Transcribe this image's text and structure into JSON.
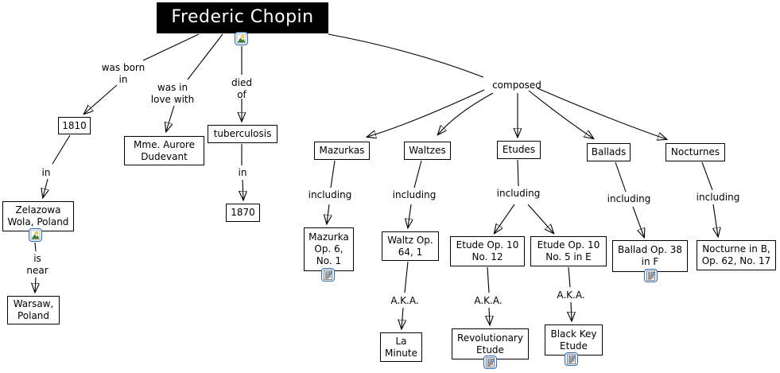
{
  "diagram": {
    "title": "Frederic Chopin",
    "nodes": {
      "year_1810": "1810",
      "mme_aurore_dudevant": "Mme. Aurore\nDudevant",
      "tuberculosis": "tuberculosis",
      "year_1870": "1870",
      "zelazowa_wola": "Zelazowa\nWola, Poland",
      "warsaw": "Warsaw,\nPoland",
      "mazurkas": "Mazurkas",
      "waltzes": "Waltzes",
      "etudes": "Etudes",
      "ballads": "Ballads",
      "nocturnes": "Nocturnes",
      "mazurka_op6_no1": "Mazurka\nOp. 6,\nNo. 1",
      "waltz_op64_1": "Waltz Op.\n64, 1",
      "etude_op10_no12": "Etude Op. 10\nNo. 12",
      "etude_op10_no5": "Etude Op. 10\nNo. 5 in E",
      "ballad_op38_f": "Ballad Op. 38\nin F",
      "nocturne_b_op62_no17": "Nocturne in B,\nOp. 62, No. 17",
      "la_minute": "La\nMinute",
      "revolutionary_etude": "Revolutionary\nEtude",
      "black_key_etude": "Black Key\nEtude"
    },
    "linking_phrases": {
      "was_born_in": "was born\nin",
      "was_in_love_with": "was in\nlove with",
      "died_of": "died\nof",
      "composed": "composed",
      "in_birthplace": "in",
      "in_death_year": "in",
      "is_near": "is\nnear",
      "including_mazurkas": "including",
      "including_waltzes": "including",
      "including_etudes": "including",
      "including_ballads": "including",
      "including_nocturnes": "including",
      "aka_waltz": "A.K.A.",
      "aka_etude_no12": "A.K.A.",
      "aka_etude_no5": "A.K.A."
    },
    "resource_icons": [
      {
        "node": "Frederic Chopin",
        "type": "image-icon"
      },
      {
        "node": "Zelazowa Wola, Poland",
        "type": "image-icon"
      },
      {
        "node": "Mazurka Op. 6, No. 1",
        "type": "document-icon"
      },
      {
        "node": "Ballad Op. 38 in F",
        "type": "document-icon"
      },
      {
        "node": "Revolutionary Etude",
        "type": "document-icon"
      },
      {
        "node": "Black Key Etude",
        "type": "document-icon"
      }
    ],
    "colors": {
      "node_background": "#ffffff",
      "node_border": "#000000",
      "title_background": "#000000",
      "title_text": "#ffffff",
      "line_color": "#000000",
      "icon_border": "#2e6fc0"
    }
  }
}
